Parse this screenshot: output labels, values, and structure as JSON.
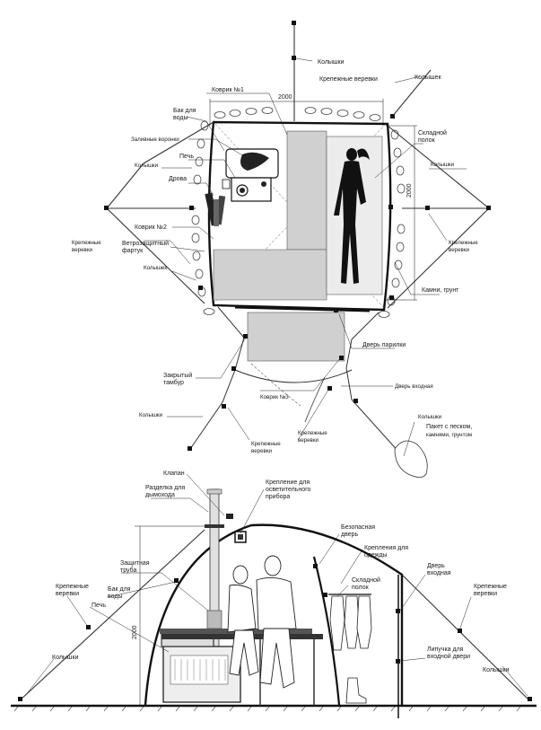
{
  "top_view": {
    "labels": {
      "pegs_top": "Колышки",
      "ropes_top": "Крепежные веревки",
      "peg_top_right": "Колышек",
      "rug1": "Коврик №1",
      "width_dim": "2000",
      "water_tank_a": "Бак для",
      "water_tank_b": "воды",
      "fill_funnels": "Заливные воронки",
      "stove": "Печь",
      "pegs_left": "Колышки",
      "firewood": "Дрова",
      "fold_shelf_a": "Складной",
      "fold_shelf_b": "полок",
      "pegs_right": "Колышки",
      "height_dim": "2000",
      "rug2": "Коврик №2",
      "ropes_left_a": "Крепежные",
      "ropes_left_b": "веревки",
      "ropes_right_a": "Крепежные",
      "ropes_right_b": "веревки",
      "windshield_a": "Ветрозащитный",
      "windshield_b": "фартук",
      "peg_left": "Колышек",
      "stones": "Камни, грунт",
      "steam_door": "Дверь парилки",
      "closed_vestibule_a": "Закрытый",
      "closed_vestibule_b": "тамбур",
      "entry_door": "Дверь входная",
      "rug3": "Коврик №3",
      "pegs_bottom_left": "Колышки",
      "pegs_bottom_right": "Колышки",
      "ropes_bottom_a": "Крепежные",
      "ropes_bottom_b": "веревки",
      "ropes_bottom2_a": "Крепежные",
      "ropes_bottom2_b": "веревки",
      "sand_bag_a": "Пакет с песком,",
      "sand_bag_b": "камнями, грунтом"
    }
  },
  "side_view": {
    "labels": {
      "valve": "Клапан",
      "chimney_cut_a": "Разделка для",
      "chimney_cut_b": "дымохода",
      "lamp_mount_a": "Крепление для",
      "lamp_mount_b": "осветительного",
      "lamp_mount_c": "прибора",
      "safe_door_a": "Безопасная",
      "safe_door_b": "дверь",
      "clothes_mount_a": "Крепления для",
      "clothes_mount_b": "одежды",
      "shield_pipe_a": "Защитная",
      "shield_pipe_b": "труба",
      "fold_shelf_a": "Складной",
      "fold_shelf_b": "полок",
      "entry_door_a": "Дверь",
      "entry_door_b": "входная",
      "ropes_left_a": "Крепежные",
      "ropes_left_b": "веревки",
      "water_tank_a": "Бак для",
      "water_tank_b": "воды",
      "ropes_right_a": "Крепежные",
      "ropes_right_b": "веревки",
      "stove": "Печь",
      "height_dim": "2000",
      "velcro_a": "Липучка для",
      "velcro_b": "входной двери",
      "pegs_left": "Колышки",
      "pegs_right": "Колышки"
    }
  }
}
